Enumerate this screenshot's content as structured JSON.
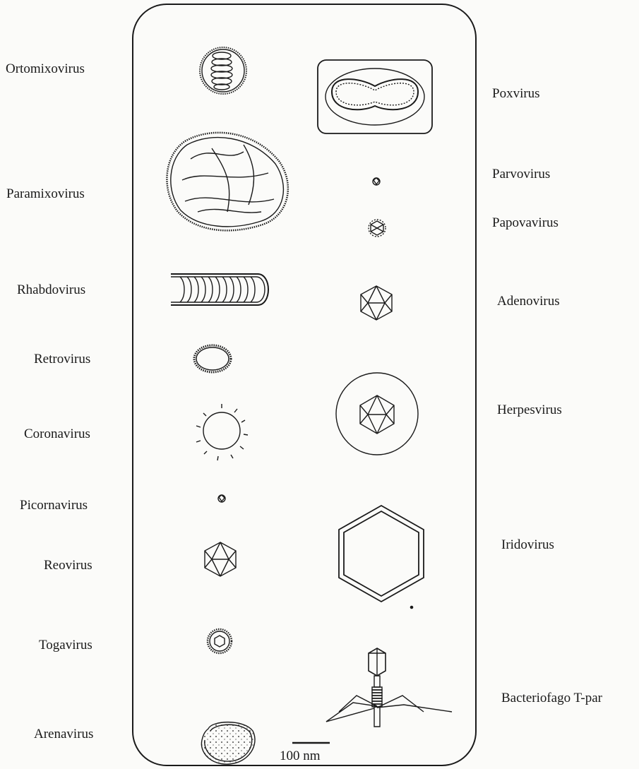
{
  "left_labels": {
    "ortomixovirus": "Ortomixovirus",
    "paramixovirus": "Paramixovirus",
    "rhabdovirus": "Rhabdovirus",
    "retrovirus": "Retrovirus",
    "coronavirus": "Coronavirus",
    "picornavirus": "Picornavirus",
    "reovirus": "Reovirus",
    "togavirus": "Togavirus",
    "arenavirus": "Arenavirus"
  },
  "right_labels": {
    "poxvirus": "Poxvirus",
    "parvovirus": "Parvovirus",
    "papovavirus": "Papovavirus",
    "adenovirus": "Adenovirus",
    "herpesvirus": "Herpesvirus",
    "iridovirus": "Iridovirus",
    "bacteriofago": "Bacteriofago T-par"
  },
  "scale_bar": {
    "label": "100 nm"
  },
  "colors": {
    "ink": "#1a1a1a",
    "paper": "#fbfbf9"
  }
}
